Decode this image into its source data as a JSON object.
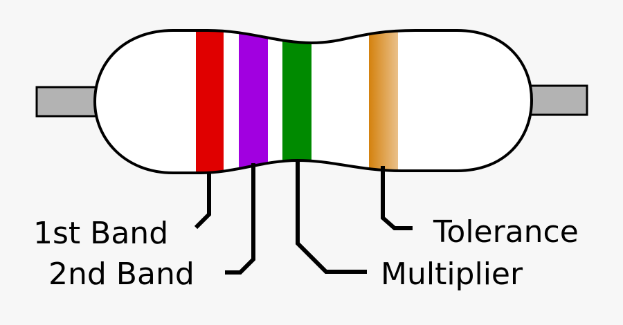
{
  "labels": {
    "band1": "1st Band",
    "band2": "2nd Band",
    "multiplier": "Multiplier",
    "tolerance": "Tolerance"
  },
  "colors": {
    "background": "#f7f7f7",
    "body": "#ffffff",
    "leads": "#b3b3b3",
    "band1": "#e00000",
    "band2": "#a100e0",
    "multiplier": "#008a00",
    "tolerance_start": "#d4820e",
    "tolerance_end": "#eac08a"
  }
}
